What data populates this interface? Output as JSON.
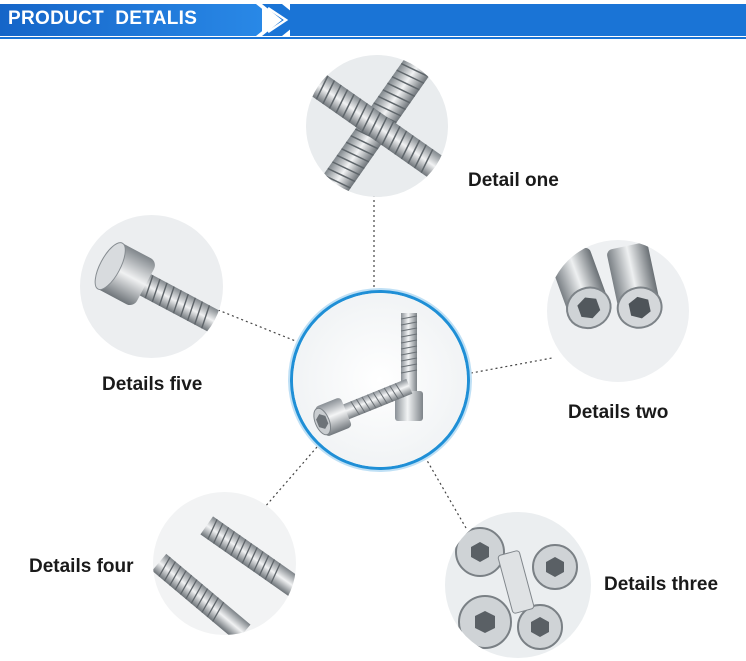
{
  "header": {
    "title": "PRODUCT  DETALIS",
    "accent_color": "#1a74d6"
  },
  "details": {
    "one": "Detail one",
    "two": "Details two",
    "three": "Details three",
    "four": "Details four",
    "five": "Details five"
  },
  "colors": {
    "ring": "#1f8fd6",
    "steel_light": "#eef0f1",
    "steel_dark": "#6d7378",
    "connector": "#444444"
  }
}
